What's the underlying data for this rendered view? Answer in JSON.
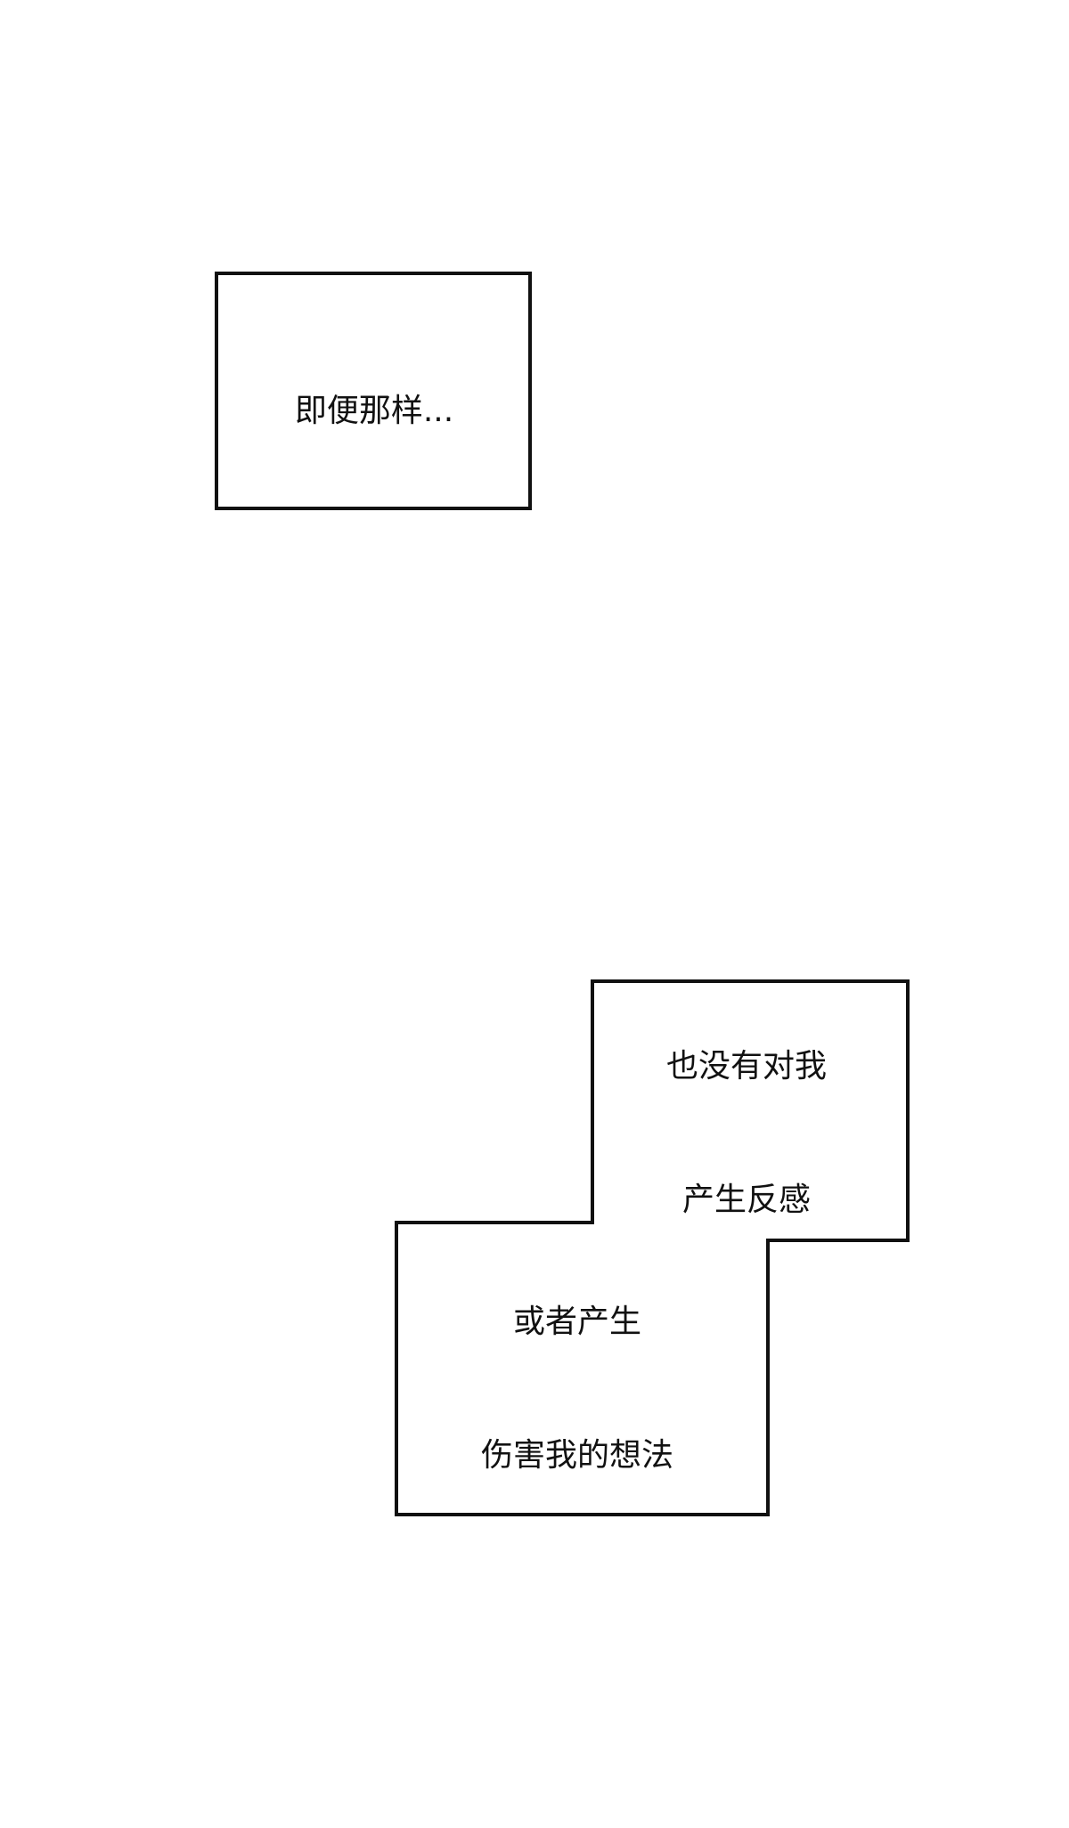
{
  "panels": [
    {
      "lines": [
        "即便那样..."
      ]
    },
    {
      "lines": [
        "也没有对我",
        "产生反感"
      ]
    },
    {
      "lines": [
        "或者产生",
        "伤害我的想法"
      ]
    }
  ]
}
